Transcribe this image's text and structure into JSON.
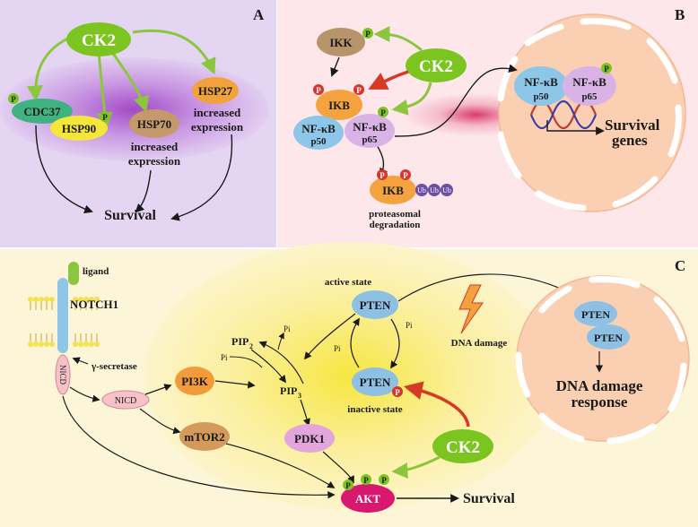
{
  "panels": {
    "A": {
      "label": "A",
      "ck2": "CK2",
      "cdc37": "CDC37",
      "hsp90": "HSP90",
      "hsp70": "HSP70",
      "hsp27": "HSP27",
      "hsp70_note": [
        "increased",
        "expression"
      ],
      "hsp27_note": [
        "increased",
        "expression"
      ],
      "outcome": "Survival",
      "phospho": "P"
    },
    "B": {
      "label": "B",
      "ikk": "IKK",
      "ck2": "CK2",
      "ikb": "IKB",
      "nfkb": "NF-κB",
      "p50": "p50",
      "p65": "p65",
      "ub": "Ub",
      "degradation": [
        "proteasomal",
        "degradation"
      ],
      "genes": [
        "Survival",
        "genes"
      ],
      "phospho": "P"
    },
    "C": {
      "label": "C",
      "ligand": "ligand",
      "notch": "NOTCH1",
      "gamma_secretase": "γ-secretase",
      "nicd": "NICD",
      "pi3k": "PI3K",
      "mtor2": "mTOR2",
      "pip2": "PIP",
      "pip2_sub": "2",
      "pip3": "PIP",
      "pip3_sub": "3",
      "pi": "Pi",
      "pten": "PTEN",
      "active_state": "active state",
      "inactive_state": "inactive state",
      "dna_damage": "DNA damage",
      "pdk1": "PDK1",
      "ck2": "CK2",
      "akt": "AKT",
      "survival": "Survival",
      "response": [
        "DNA damage",
        "response"
      ],
      "phospho": "P"
    }
  },
  "colors": {
    "ck2_green": "#7cc41f",
    "cdc37_green": "#3fb27f",
    "hsp90_yellow": "#f5e63a",
    "hsp70_brown": "#c49a6c",
    "hsp27_orange": "#f2a23c",
    "ikk_tan": "#b8946a",
    "ikb_orange": "#f5a340",
    "nfkb_blue": "#8ec6e8",
    "p65_purple": "#d9b3e6",
    "ub_purple": "#6a4fa8",
    "phospho_red": "#d8352a",
    "phospho_green": "#7cc41f",
    "pten_blue": "#8ec0e4",
    "pi3k_orange": "#f39a3a",
    "mtor_brown": "#d49a5c",
    "pdk1_pink": "#e2a6dc",
    "akt_magenta": "#d8176f",
    "nicd_pink": "#f6c2c8",
    "nucleus_fill": "#fbd0b2",
    "arrow_green": "#8cc63f",
    "arrow_red": "#d63a24"
  }
}
